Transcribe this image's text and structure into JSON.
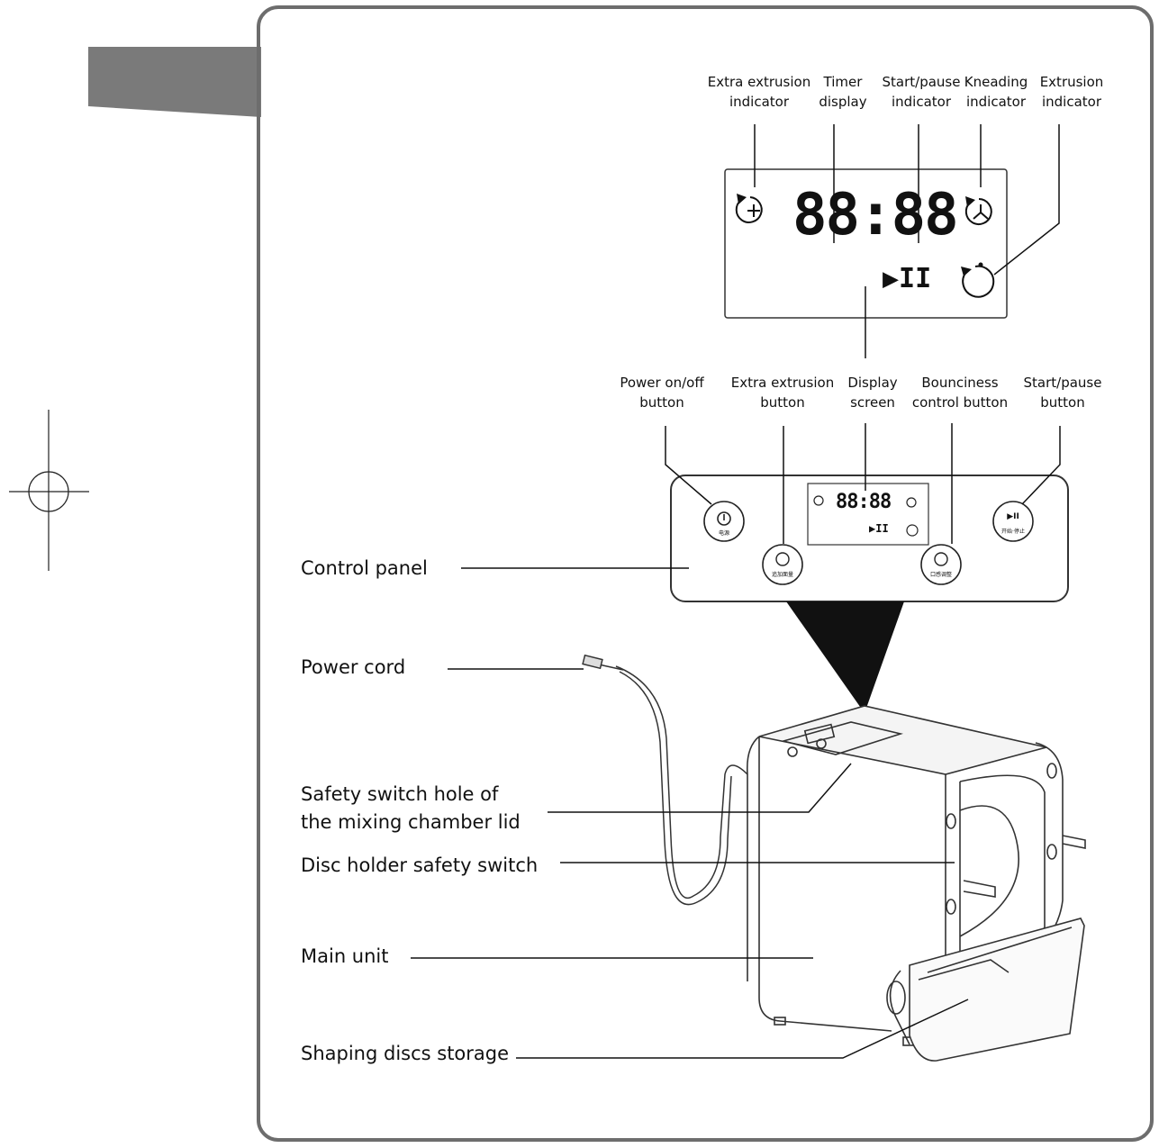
{
  "display_labels": {
    "extra_extrusion_indicator": [
      "Extra extrusion",
      "indicator"
    ],
    "timer_display": [
      "Timer",
      "display"
    ],
    "start_pause_indicator": [
      "Start/pause",
      "indicator"
    ],
    "kneading_indicator": [
      "Kneading",
      "indicator"
    ],
    "extrusion_indicator": [
      "Extrusion",
      "indicator"
    ]
  },
  "panel_labels": {
    "power_button": [
      "Power on/off",
      "button"
    ],
    "extra_extrusion_button": [
      "Extra extrusion",
      "button"
    ],
    "display_screen": [
      "Display",
      "screen"
    ],
    "bounciness_button": [
      "Bounciness",
      "control button"
    ],
    "start_pause_button": [
      "Start/pause",
      "button"
    ]
  },
  "display": {
    "time": "88:88",
    "play_pause_symbol": "▶II"
  },
  "button_captions": {
    "power": "电源",
    "extra_extrusion": "追加面量",
    "bounciness": "口感调整",
    "start_pause": "开始·停止"
  },
  "side_labels": {
    "control_panel": "Control panel",
    "power_cord": "Power cord",
    "safety_switch_hole": [
      "Safety switch hole of",
      "the mixing chamber lid"
    ],
    "disc_holder_switch": "Disc holder safety switch",
    "main_unit": "Main unit",
    "shaping_discs": "Shaping discs storage"
  }
}
